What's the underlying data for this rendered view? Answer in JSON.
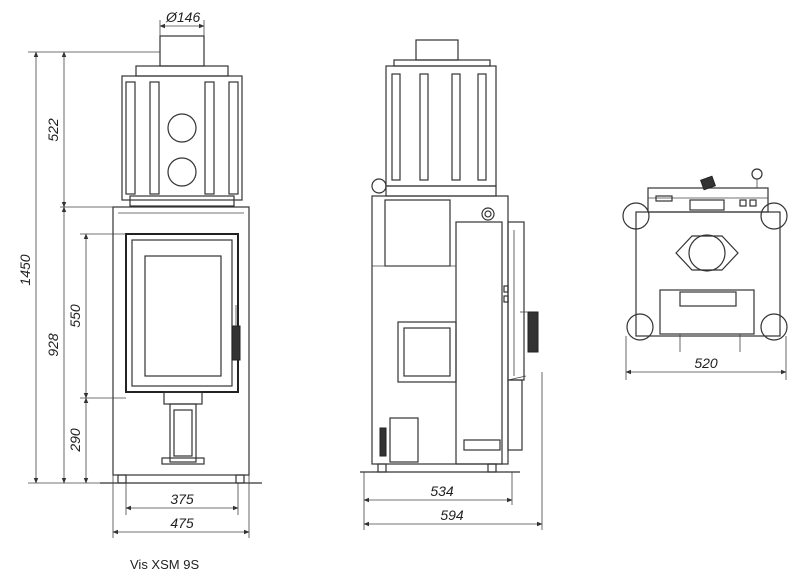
{
  "caption": "Vis XSM 9S",
  "dimensions": {
    "flue_diameter": "Ø146",
    "top_height": "522",
    "total_height": "1450",
    "body_height": "928",
    "glass_height": "550",
    "bottom_height": "290",
    "inner_width": "375",
    "front_width": "475",
    "side_depth_inner": "534",
    "side_depth_total": "594",
    "top_view_width": "520"
  }
}
